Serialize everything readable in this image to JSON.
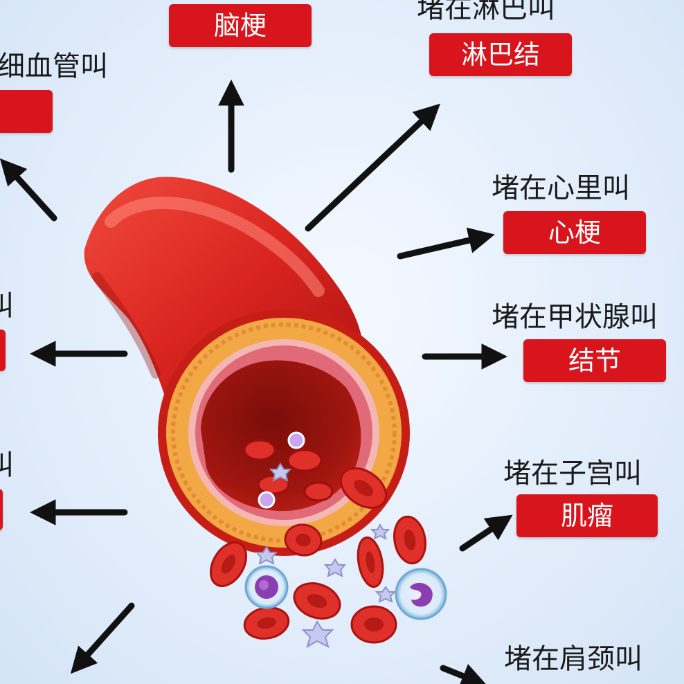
{
  "labels": {
    "top": {
      "tag": "脑梗"
    },
    "lymph": {
      "caption": "堵在淋巴叫",
      "tag": "淋巴结"
    },
    "capillary": {
      "caption": "细血管叫",
      "tag": ""
    },
    "heart": {
      "caption": "堵在心里叫",
      "tag": "心梗"
    },
    "thyroid": {
      "caption": "堵在甲状腺叫",
      "tag": "结节"
    },
    "uterus": {
      "caption": "堵在子宫叫",
      "tag": "肌瘤"
    },
    "shoulder": {
      "caption": "堵在肩颈叫"
    },
    "left_mid": {
      "caption": "叫",
      "tag": ""
    },
    "left_low": {
      "caption": "叫",
      "tag": ""
    }
  },
  "colors": {
    "tag_bg": "#d8141c",
    "vessel_red": "#d9241f",
    "vessel_wall": "#efa33c",
    "arrow": "#111111",
    "background": "#e3eefb"
  },
  "icons": [
    "arrow-icon",
    "blood-vessel-icon",
    "red-blood-cell-icon",
    "white-blood-cell-icon",
    "platelet-icon"
  ]
}
